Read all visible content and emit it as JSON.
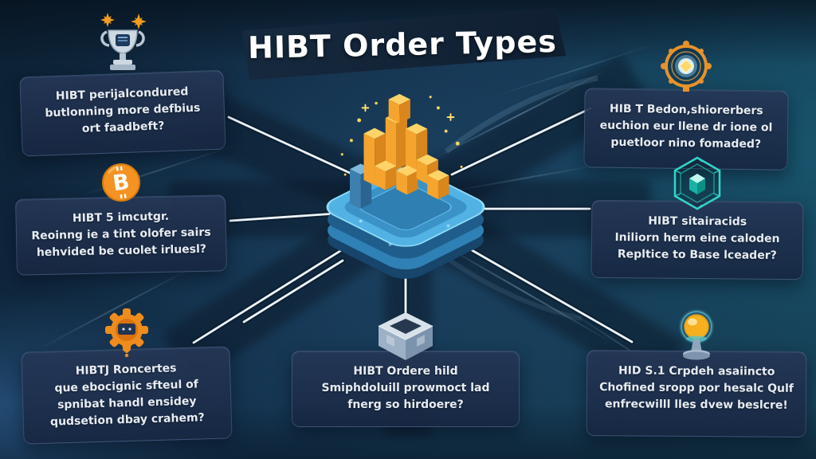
{
  "title": "HIBT Order Types",
  "callouts": [
    {
      "position": "top-left",
      "icon": "trophy-with-sparkles",
      "lines": [
        "HIBT perijalcondured",
        "butlonning more defbius",
        "ort faadbeft?"
      ]
    },
    {
      "position": "middle-left",
      "icon": "bitcoin-coin",
      "lines": [
        "HIBT 5 imcutgr.",
        "Reoinng ie a tint olofer sairs",
        "hehvided be cuolet irluesl?"
      ]
    },
    {
      "position": "bottom-left",
      "icon": "orange-gear-badge",
      "lines": [
        "HIBTJ Roncertes",
        "que ebocignic sfteul of",
        "spnibat handl ensidey",
        "qudsetion dbay crahem?"
      ]
    },
    {
      "position": "top-right",
      "icon": "orange-compass",
      "lines": [
        "HIB T Bedon,shiorerbers",
        "euchion eur llene dr ione ol",
        "puetloor nino fomaded?"
      ]
    },
    {
      "position": "middle-right",
      "icon": "teal-hexagon-cube",
      "lines": [
        "HIBT sitairacids",
        "Iniliorn herm eine caloden",
        "Repltice to Base lceader?"
      ]
    },
    {
      "position": "bottom-middle",
      "icon": "silver-open-cube",
      "lines": [
        "HIBT Ordere hild",
        "Smiphdoluill prowmoct lad",
        "fnerg so hirdoere?"
      ]
    },
    {
      "position": "bottom-right",
      "icon": "golden-orb-stand",
      "lines": [
        "HID S.1 Crpdeh asaiincto",
        "Chofined sropp por hesalc Qulf",
        "enfrecwilll lles dvew beslcre!"
      ]
    }
  ],
  "center_illustration": "isometric blue platform stacked with golden blocks and sparkles",
  "colors": {
    "background_navy": "#122c44",
    "background_teal": "#174258",
    "box_fill": "#1d3050",
    "banner_fill": "#14263a",
    "accent_orange": "#ef8c1e",
    "accent_gold": "#f5a52e",
    "accent_teal": "#35d3c9",
    "platform_blue": "#52b2e4",
    "connector_white": "#eef4f8",
    "text_light": "#e7ecf3"
  }
}
